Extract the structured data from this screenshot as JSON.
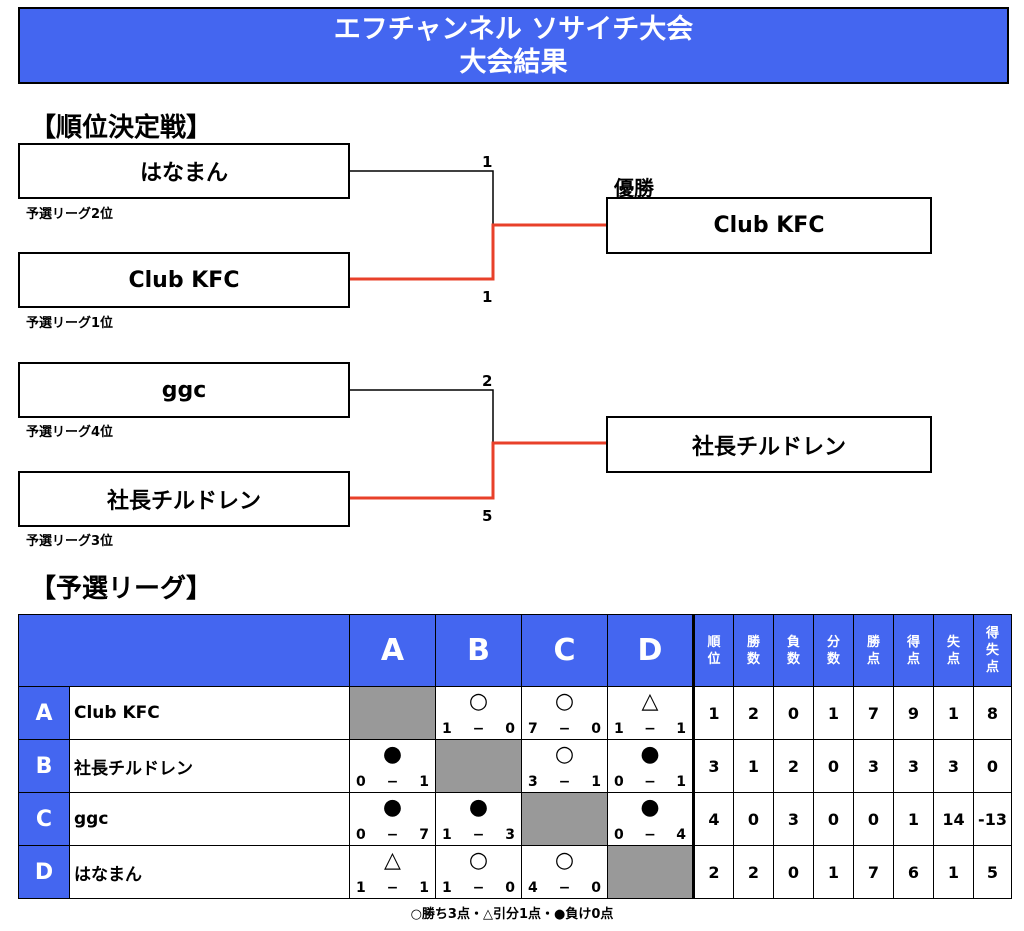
{
  "title": {
    "line1": "エフチャンネル ソサイチ大会",
    "line2": "大会結果"
  },
  "bracket": {
    "heading": "【順位決定戦】",
    "champion_label": "優勝",
    "semis": [
      {
        "team": "はなまん",
        "note": "予選リーグ2位",
        "score": "1"
      },
      {
        "team": "Club KFC",
        "note": "予選リーグ1位",
        "score": "1"
      },
      {
        "team": "ggc",
        "note": "予選リーグ4位",
        "score": "2"
      },
      {
        "team": "社長チルドレン",
        "note": "予選リーグ3位",
        "score": "5"
      }
    ],
    "finalists": [
      "Club KFC",
      "社長チルドレン"
    ],
    "win_line_color": "#e8402a"
  },
  "league": {
    "heading": "【予選リーグ】",
    "columns": [
      "A",
      "B",
      "C",
      "D"
    ],
    "stat_headers": [
      "順\n位",
      "勝\n数",
      "負\n数",
      "分\n数",
      "勝\n点",
      "得\n点",
      "失\n点",
      "得\n失\n点"
    ],
    "rows": [
      {
        "letter": "A",
        "team": "Club KFC",
        "results": [
          null,
          {
            "sym": "○",
            "l": "1",
            "r": "0"
          },
          {
            "sym": "○",
            "l": "7",
            "r": "0"
          },
          {
            "sym": "△",
            "l": "1",
            "r": "1"
          }
        ],
        "stats": [
          "1",
          "2",
          "0",
          "1",
          "7",
          "9",
          "1",
          "8"
        ]
      },
      {
        "letter": "B",
        "team": "社長チルドレン",
        "results": [
          {
            "sym": "●",
            "l": "0",
            "r": "1"
          },
          null,
          {
            "sym": "○",
            "l": "3",
            "r": "1"
          },
          {
            "sym": "●",
            "l": "0",
            "r": "1"
          }
        ],
        "stats": [
          "3",
          "1",
          "2",
          "0",
          "3",
          "3",
          "3",
          "0"
        ]
      },
      {
        "letter": "C",
        "team": "ggc",
        "results": [
          {
            "sym": "●",
            "l": "0",
            "r": "7"
          },
          {
            "sym": "●",
            "l": "1",
            "r": "3"
          },
          null,
          {
            "sym": "●",
            "l": "0",
            "r": "4"
          }
        ],
        "stats": [
          "4",
          "0",
          "3",
          "0",
          "0",
          "1",
          "14",
          "-13"
        ]
      },
      {
        "letter": "D",
        "team": "はなまん",
        "results": [
          {
            "sym": "△",
            "l": "1",
            "r": "1"
          },
          {
            "sym": "○",
            "l": "1",
            "r": "0"
          },
          {
            "sym": "○",
            "l": "4",
            "r": "0"
          },
          null
        ],
        "stats": [
          "2",
          "2",
          "0",
          "1",
          "7",
          "6",
          "1",
          "5"
        ]
      }
    ],
    "dash": "−",
    "legend": "○勝ち3点・△引分1点・●負け0点"
  },
  "colors": {
    "header_blue": "#4466f0",
    "win_red": "#e8402a",
    "self_cell": "#999999"
  }
}
